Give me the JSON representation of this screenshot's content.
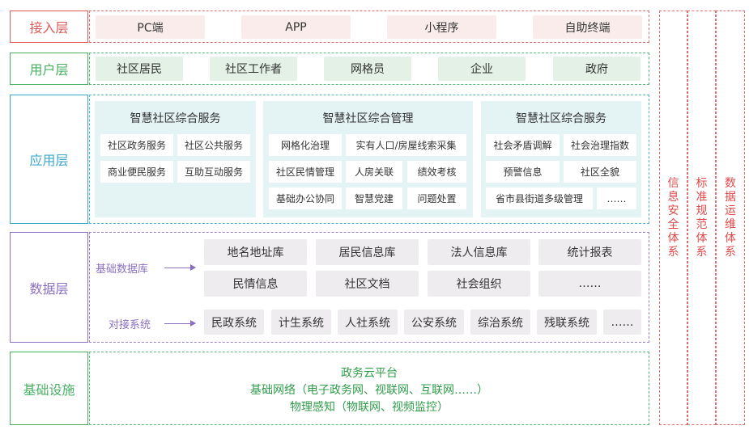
{
  "layers": {
    "access": {
      "label": "接入层",
      "items": [
        "PC端",
        "APP",
        "小程序",
        "自助终端"
      ]
    },
    "user": {
      "label": "用户层",
      "items": [
        "社区居民",
        "社区工作者",
        "网格员",
        "企业",
        "政府"
      ]
    },
    "application": {
      "label": "应用层",
      "panels": [
        {
          "title": "智慧社区综合服务",
          "items": [
            "社区政务服务",
            "社区公共服务",
            "商业便民服务",
            "互助互动服务"
          ]
        },
        {
          "title": "智慧社区综合管理",
          "items": [
            "网格化治理",
            "实有人口/房屋线索采集",
            "社区民情管理",
            "人房关联",
            "绩效考核",
            "基础办公协同",
            "智慧党建",
            "问题处置"
          ]
        },
        {
          "title": "智慧社区综合服务",
          "items": [
            "社会矛盾调解",
            "社会治理指数",
            "预警信息",
            "社区全貌",
            "省市县街道多级管理",
            "……"
          ]
        }
      ]
    },
    "data": {
      "label": "数据层",
      "db_label": "基础数据库",
      "db_items": [
        "地名地址库",
        "居民信息库",
        "法人信息库",
        "统计报表",
        "民情信息",
        "社区文档",
        "社会组织",
        "……"
      ],
      "sys_label": "对接系统",
      "sys_items": [
        "民政系统",
        "计生系统",
        "人社系统",
        "公安系统",
        "综治系统",
        "残联系统",
        "……"
      ]
    },
    "infra": {
      "label": "基础设施",
      "lines": [
        "政务云平台",
        "基础网络（电子政务网、视联网、互联网……）",
        "物理感知（物联网、视频监控）"
      ]
    }
  },
  "side_columns": [
    "信息安全体系",
    "标准规范体系",
    "数据运维体系"
  ],
  "colors": {
    "access": "#e05a5a",
    "user": "#47b063",
    "application": "#3aa8c9",
    "data": "#8a6fc0",
    "infra": "#47b063",
    "side": "#e04848"
  }
}
